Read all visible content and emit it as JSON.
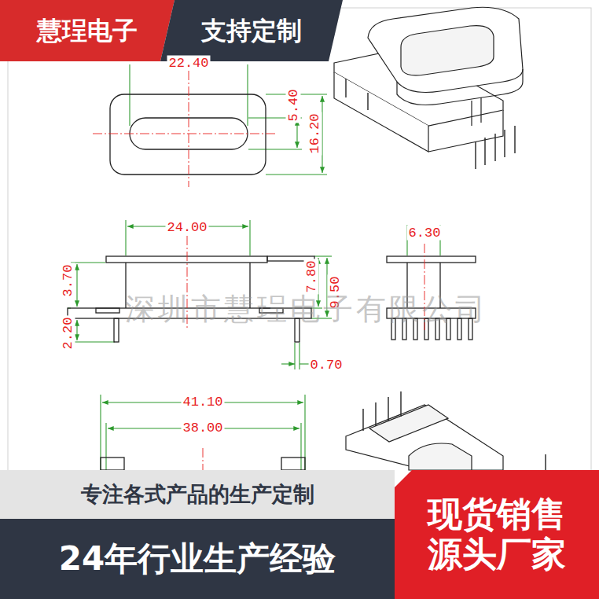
{
  "diagram": {
    "nodes": [
      {
        "text": [
          "慧珵电子"
        ]
      },
      {
        "text": [
          "支持定制"
        ]
      },
      {
        "text": [
          "专注各式产品的生产定制"
        ]
      },
      {
        "text": [
          "24年行业生产经验"
        ]
      },
      {
        "text": [
          "现货销售",
          "源头厂家"
        ]
      }
    ],
    "labels": [
      "22.40",
      "5.40",
      "16.20",
      "24.00",
      "6.30",
      "3.70",
      "7.80",
      "9.50",
      "2.20",
      "0.70",
      "41.10",
      "38.00",
      "深圳市慧珵电子有限公司"
    ]
  }
}
